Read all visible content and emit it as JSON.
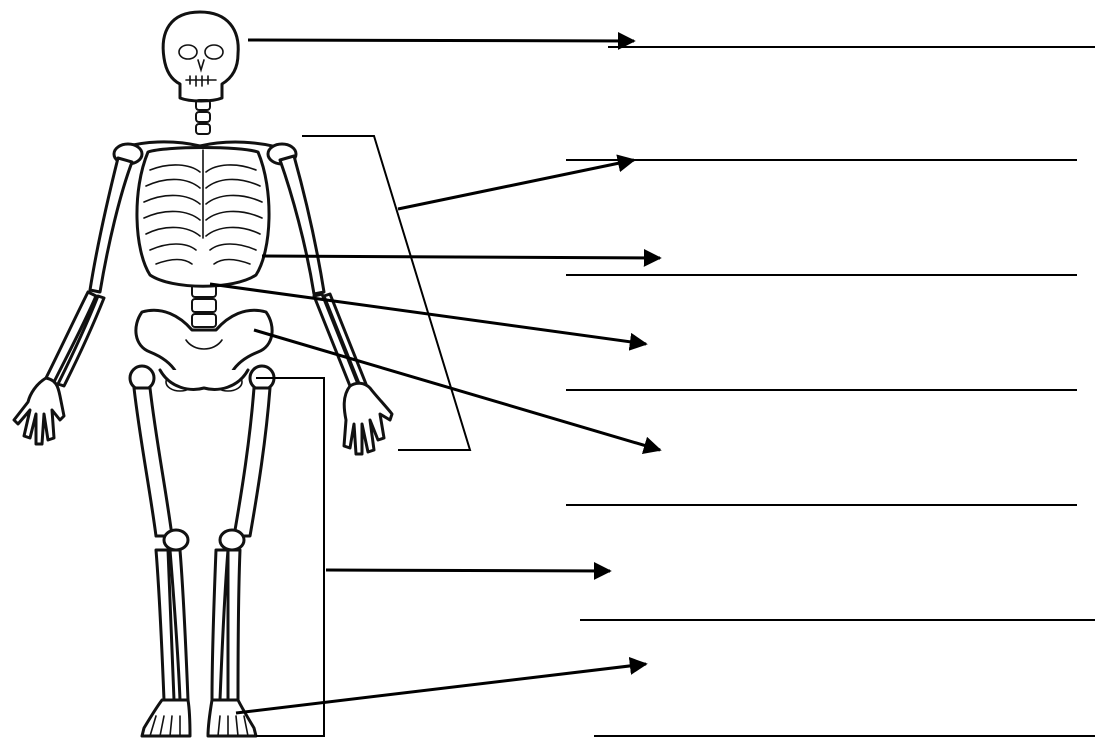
{
  "diagram": {
    "subject": "human-skeleton-front",
    "answer_blanks": [
      {
        "id": "blank-1",
        "value": ""
      },
      {
        "id": "blank-2",
        "value": ""
      },
      {
        "id": "blank-3",
        "value": ""
      },
      {
        "id": "blank-4",
        "value": ""
      },
      {
        "id": "blank-5",
        "value": ""
      },
      {
        "id": "blank-6",
        "value": ""
      },
      {
        "id": "blank-7",
        "value": ""
      }
    ],
    "colors": {
      "ink": "#000000",
      "background": "#ffffff"
    }
  }
}
